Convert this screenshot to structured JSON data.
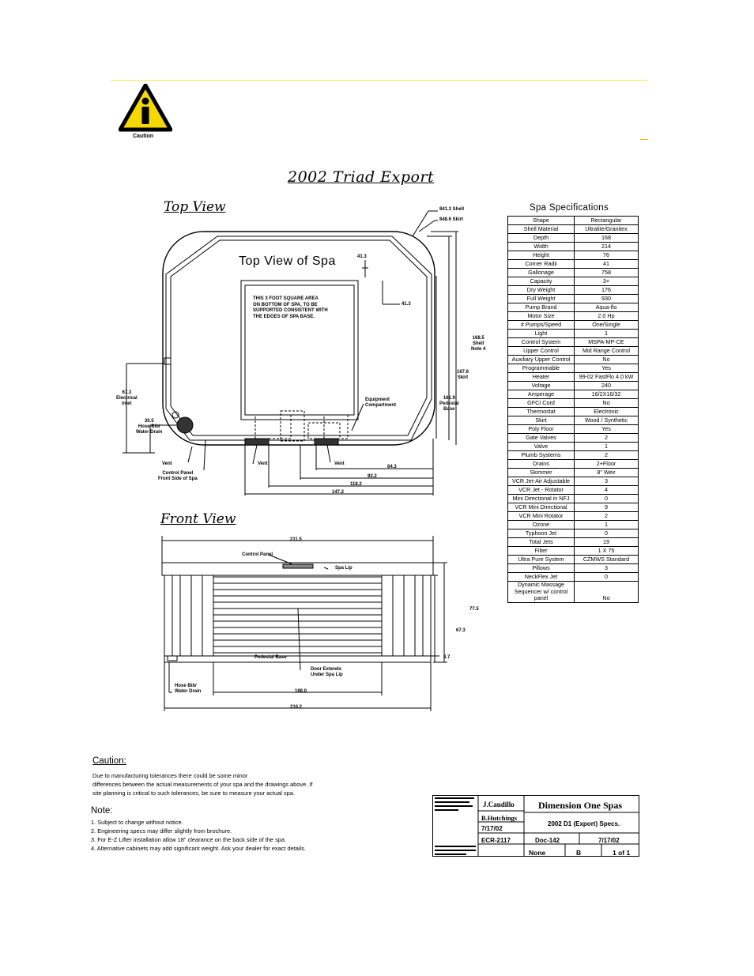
{
  "caution_icon": {
    "icon": "caution-info-icon",
    "label": "Caution",
    "color": "#f5d800"
  },
  "title": "2002 Triad Export",
  "top_view": {
    "heading": "Top View",
    "inner_label": "Top View of Spa",
    "note": [
      "THIS 3 FOOT SQUARE AREA",
      "ON BOTTOM OF SPA, TO BE",
      "SUPPORTED CONSISTENT WITH",
      "THE EDGES OF SPA BASE."
    ],
    "labels": {
      "shell": "841.3 Shell",
      "skirt": "848.6 Skirt",
      "radius_top": "41.3",
      "radius_side": "41.3",
      "shell_side": [
        "168.5",
        "Shell",
        "Note 4"
      ],
      "skirt_side": [
        "167.6",
        "Skirt"
      ],
      "pedestal_side": [
        "161.9",
        "Pedestal",
        "Base"
      ],
      "equipment": [
        "Equipment",
        "Compartment"
      ],
      "electrical": [
        "67.3",
        "Electrical",
        "Inlet"
      ],
      "hose": [
        "30.5",
        "Hose Bib/",
        "Water Drain"
      ],
      "vent_left": "Vent",
      "vent_mid": "Vent",
      "vent_bottom": "Vent",
      "control_panel": [
        "Control Panel",
        "Front Side of Spa"
      ],
      "d1": "84.3",
      "d2": "92.2",
      "d3": "118.2",
      "d4": "147.2"
    }
  },
  "front_view": {
    "heading": "Front View",
    "labels": {
      "top_width": "211.5",
      "control_panel": "Control Panel",
      "spa_lip": "Spa Lip",
      "height": "77.5",
      "height2": "67.3",
      "pedestal": "Pedestal Base",
      "door": [
        "Door Extends",
        "Under Spa Lip"
      ],
      "hose": [
        "Hose Bib/",
        "Water Drain"
      ],
      "base_width": "188.0",
      "bottom_width": "210.2",
      "small_h": "8.7"
    }
  },
  "specs": {
    "title": "Spa Specifications",
    "rows": [
      [
        "Shape",
        "Rectangular"
      ],
      [
        "Shell Material",
        "Ultralite/Granitex"
      ],
      [
        "Depth",
        "168"
      ],
      [
        "Width",
        "214"
      ],
      [
        "Height",
        "76"
      ],
      [
        "Corner Radii",
        "41"
      ],
      [
        "Gallonage",
        "758"
      ],
      [
        "Capacity",
        "3+"
      ],
      [
        "Dry Weight",
        "176"
      ],
      [
        "Full Weight",
        "930"
      ],
      [
        "Pump Brand",
        "Aqua-flo"
      ],
      [
        "Motor Size",
        "2.0 Hp"
      ],
      [
        "# Pumps/Speed",
        "One/Single"
      ],
      [
        "Light",
        "1"
      ],
      [
        "Control System",
        "MSPA-MP-CE"
      ],
      [
        "Upper Control",
        "Mid Range Control"
      ],
      [
        "Auxiliary Upper Control",
        "No"
      ],
      [
        "Programmable",
        "Yes"
      ],
      [
        "Heater",
        "99-02 FastFlo 4.0 kW"
      ],
      [
        "Voltage",
        "240"
      ],
      [
        "Amperage",
        "16/2X16/32"
      ],
      [
        "GFCI Cord",
        "No"
      ],
      [
        "Thermostat",
        "Electronic"
      ],
      [
        "Skirt",
        "Wood / Synthetic"
      ],
      [
        "Poly Floor",
        "Yes"
      ],
      [
        "Gate Valves",
        "2"
      ],
      [
        "Valve",
        "1"
      ],
      [
        "Plumb Systems",
        "2"
      ],
      [
        "Drains",
        "2+Floor"
      ],
      [
        "Skimmer",
        "8\" Weir"
      ],
      [
        "VCR Jet-Air Adjustable",
        "3"
      ],
      [
        "VCR Jet - Rotator",
        "4"
      ],
      [
        "Mini Directional in NFJ",
        "0"
      ],
      [
        "VCR Mini Directional",
        "9"
      ],
      [
        "VCR Mini Rotator",
        "2"
      ],
      [
        "Ozone",
        "1"
      ],
      [
        "Typhoon Jet",
        "0"
      ],
      [
        "Total Jets",
        "19"
      ],
      [
        "Filter",
        "1 X 75"
      ],
      [
        "Ultra Pure System",
        "CZMWS Standard"
      ],
      [
        "Pillows",
        "3"
      ],
      [
        "NeckFlex Jet",
        "0"
      ],
      [
        "Dynamic Massage Sequencer w/ control panel",
        "No"
      ]
    ]
  },
  "caution": {
    "heading": "Caution:",
    "lines": [
      "Due to manufacturing tolerances there could be some minor",
      "differences between the actual measurements of your spa and the drawings above.  If",
      "site planning is critical to such tolerances, be sure to measure your actual spa."
    ]
  },
  "notes": {
    "heading": "Note:",
    "items": [
      "1.   Subject to change without notice.",
      "2.   Engineering specs may differ slightly from brochure.",
      "3.   For E-Z Lifter installation allow 18\" clearance on the back side of the spa.",
      "4.   Alternative cabinets may add significant weight.  Ask your dealer for exact details."
    ]
  },
  "title_block": {
    "company": "Dimension One Spas",
    "drawn": "J.Caudillo",
    "engineer": "B.Hutchings",
    "date1": "7/17/02",
    "ecr": "ECR-2117",
    "title": "2002 D1 (Export) Specs.",
    "doc": "Doc-142",
    "date2": "7/17/02",
    "scale": "None",
    "rev": "B",
    "sheet": "1 of 1"
  }
}
